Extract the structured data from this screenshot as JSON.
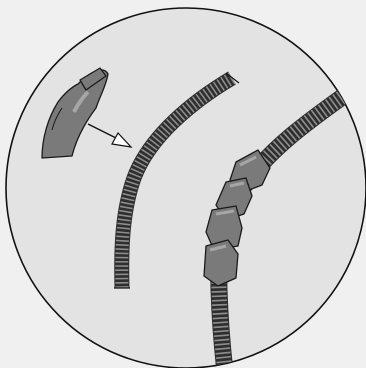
{
  "figure": {
    "kind": "installation-illustration",
    "colors": {
      "page_background": "#f0f0f0",
      "circle_fill": "#e3e3e3",
      "circle_stroke": "#111111",
      "hose_dark": "#2e2e2e",
      "hose_ridge": "#8c8c8c",
      "clip_fill": "#7a7a7a",
      "clip_highlight": "#a6a6a6",
      "clip_stroke": "#1a1a1a",
      "arrow_fill": "#ffffff",
      "arrow_stroke": "#111111"
    },
    "parts": [
      {
        "id": "clip-part",
        "icon": "curved-clip-icon"
      },
      {
        "id": "direction-arrow",
        "icon": "arrow-icon"
      },
      {
        "id": "bare-conduit",
        "icon": "corrugated-hose-icon"
      },
      {
        "id": "clipped-conduit",
        "icon": "corrugated-hose-with-clips-icon"
      }
    ]
  }
}
